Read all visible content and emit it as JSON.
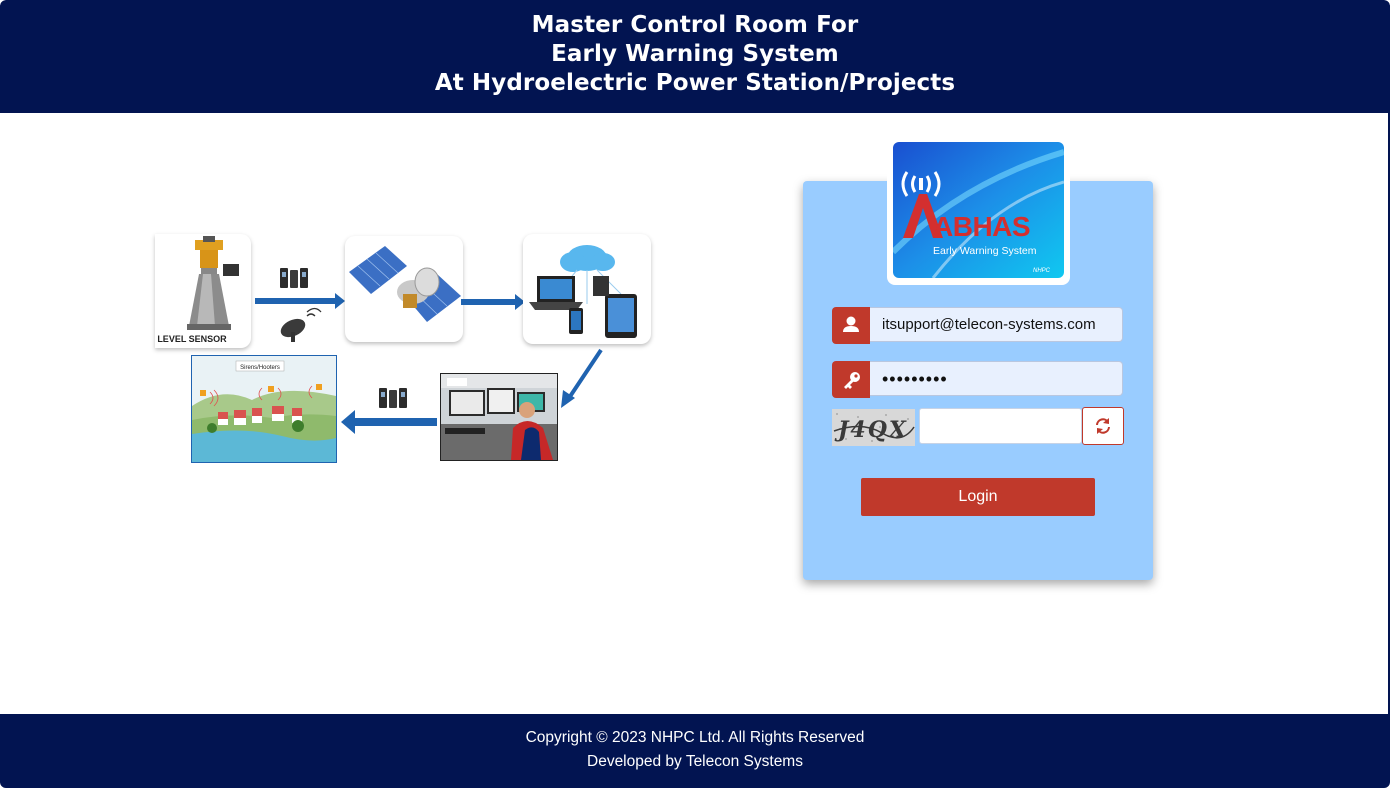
{
  "header": {
    "line1": "Master Control Room For",
    "line2": "Early Warning System",
    "line3": "At Hydroelectric Power Station/Projects"
  },
  "diagram": {
    "level_sensor_label": "LEVEL SENSOR",
    "siren_label": "Sirens/Hooters"
  },
  "logo": {
    "brand": "ABHAS",
    "tagline": "Early Warning System",
    "org": "NHPC"
  },
  "login": {
    "username_value": "itsupport@telecon-systems.com",
    "password_value": "•••••••••",
    "captcha_text": "J4QX",
    "captcha_input_value": "",
    "login_label": "Login"
  },
  "footer": {
    "copyright": "Copyright © 2023 NHPC Ltd. All Rights Reserved",
    "developer": "Developed by Telecon Systems"
  },
  "colors": {
    "navy": "#021451",
    "panel": "#99ccff",
    "accent_red": "#c0392b",
    "input_bg": "#e8f0fe"
  }
}
